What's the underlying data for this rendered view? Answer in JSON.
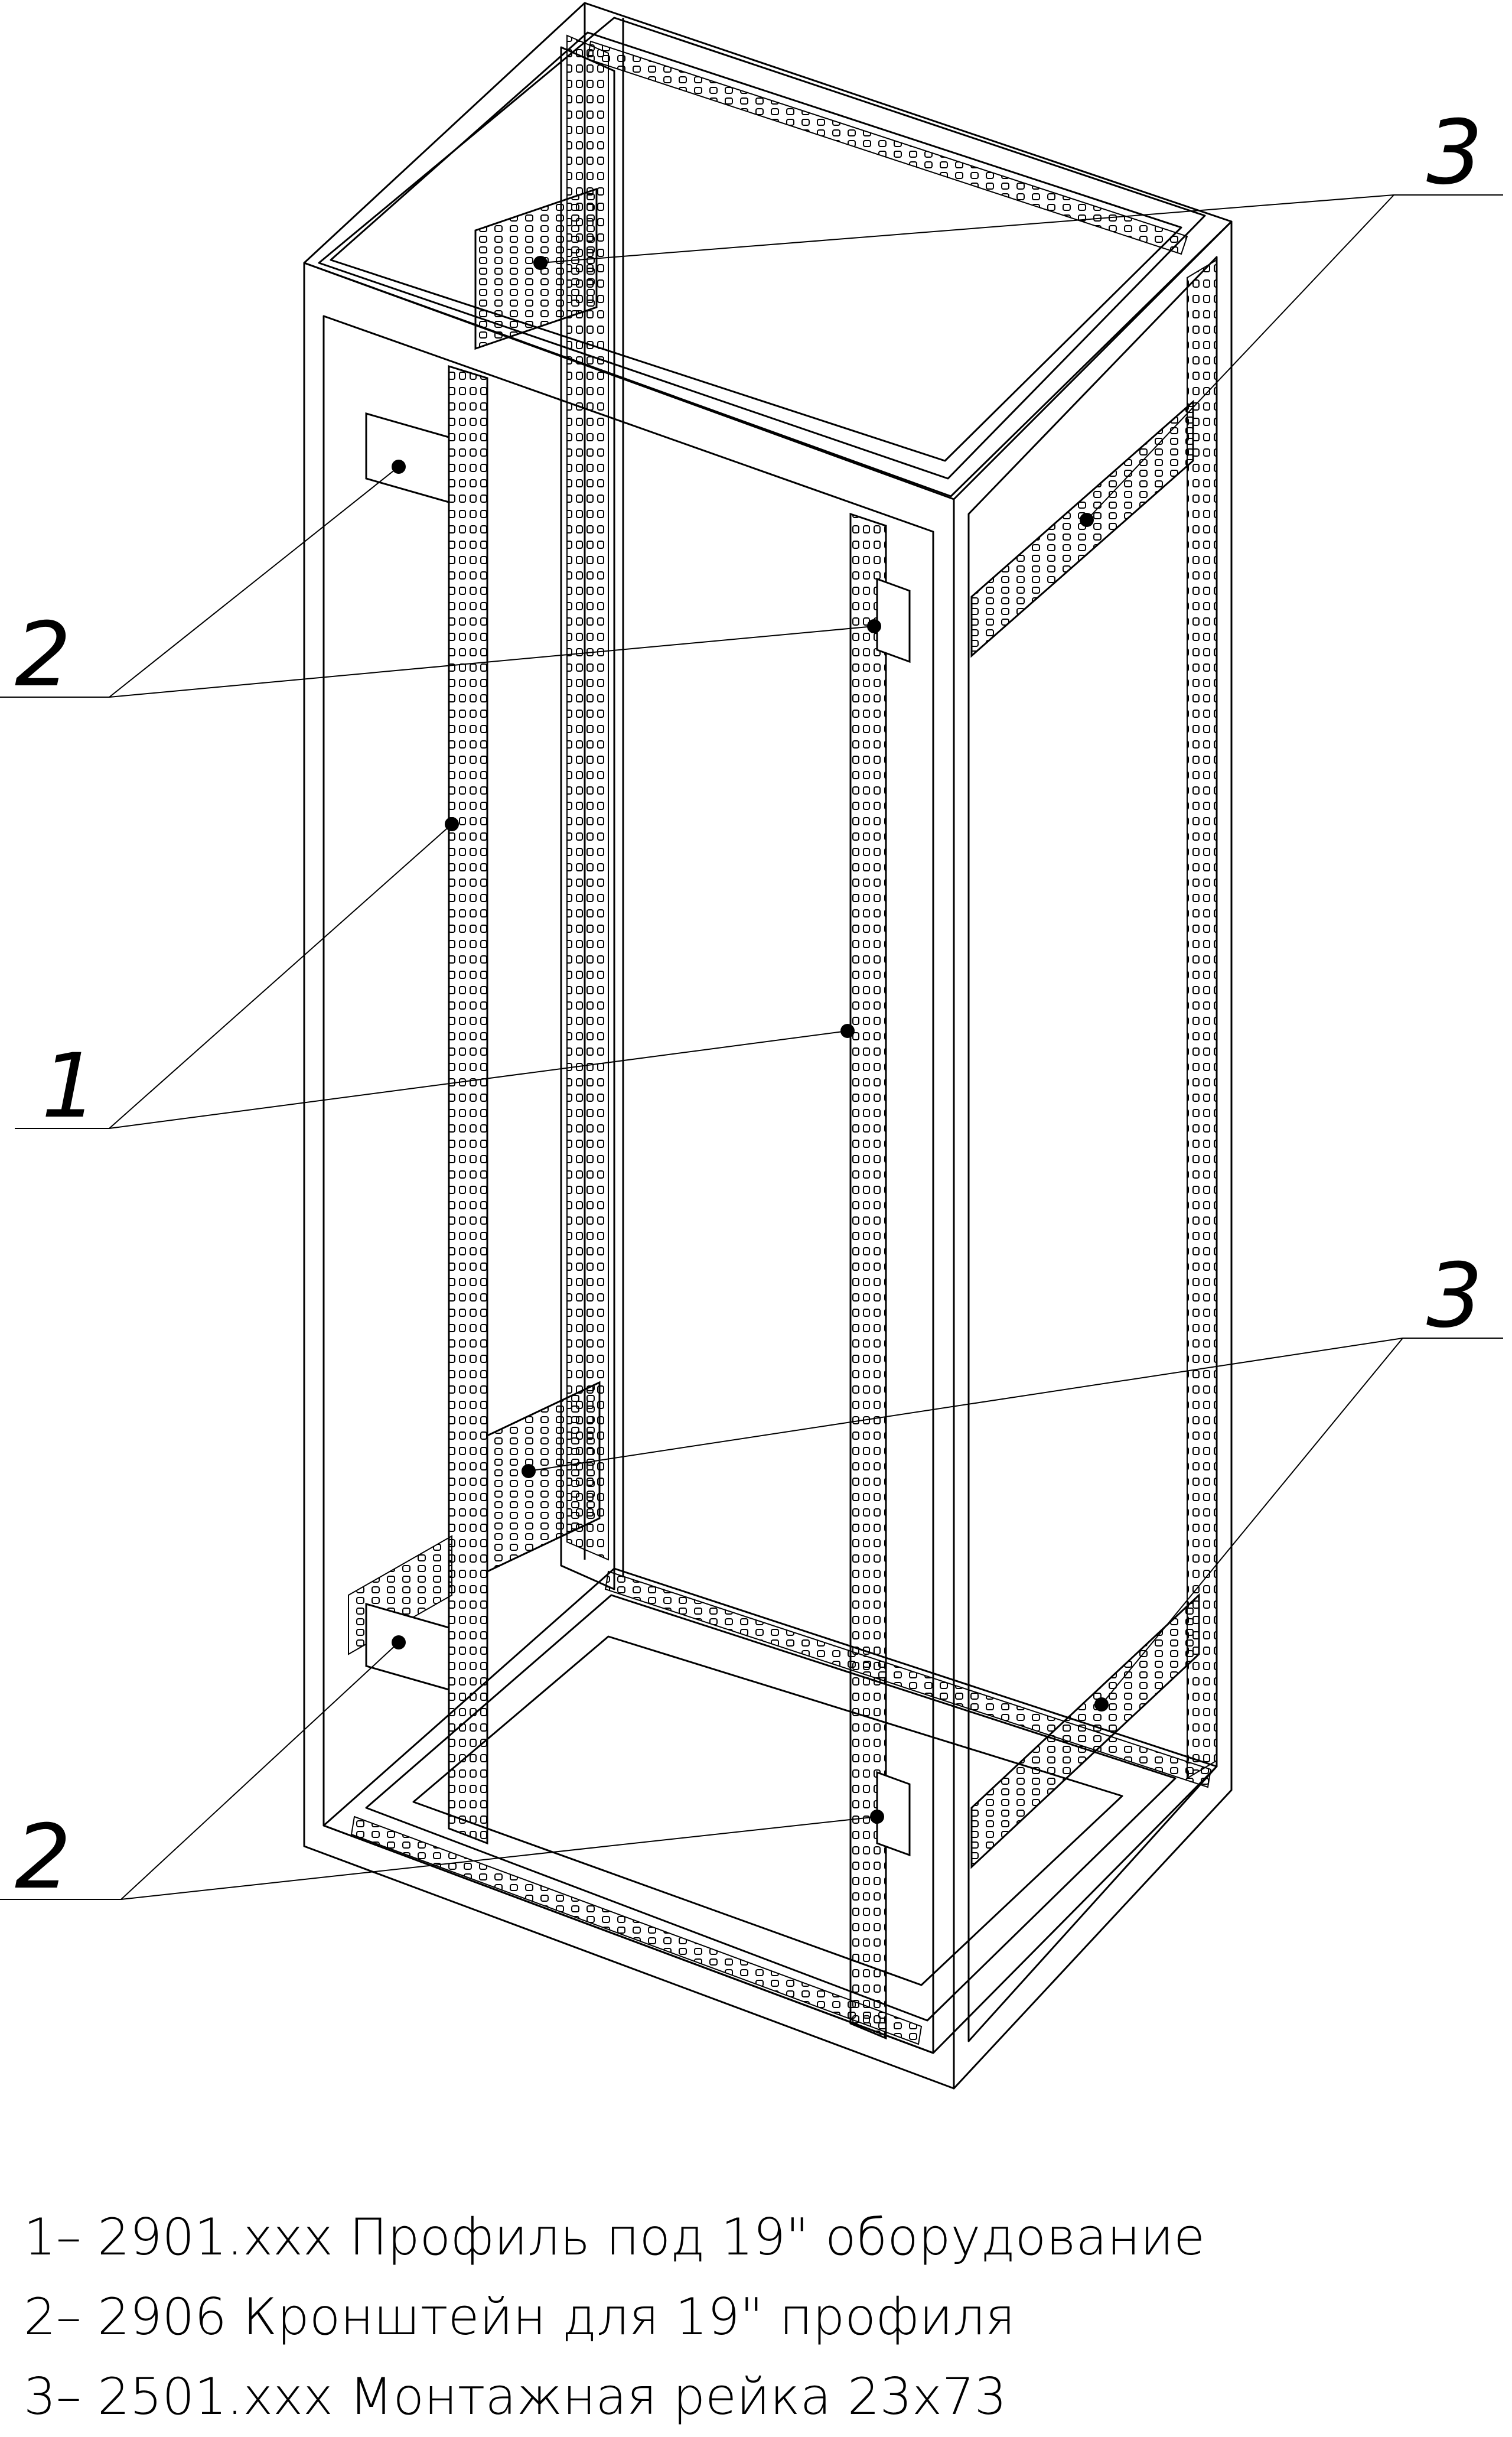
{
  "callouts": [
    {
      "id": "c3-top",
      "label": "3"
    },
    {
      "id": "c2-upper",
      "label": "2"
    },
    {
      "id": "c1",
      "label": "1"
    },
    {
      "id": "c3-bottom",
      "label": "3"
    },
    {
      "id": "c2-lower",
      "label": "2"
    }
  ],
  "legend": [
    "1– 2901.xxx Профиль под 19\" оборудование",
    "2– 2906 Кронштейн для 19\" профиля",
    "3– 2501.xxx Монтажная рейка 23х73"
  ],
  "colors": {
    "line": "#000000",
    "background": "#ffffff"
  }
}
